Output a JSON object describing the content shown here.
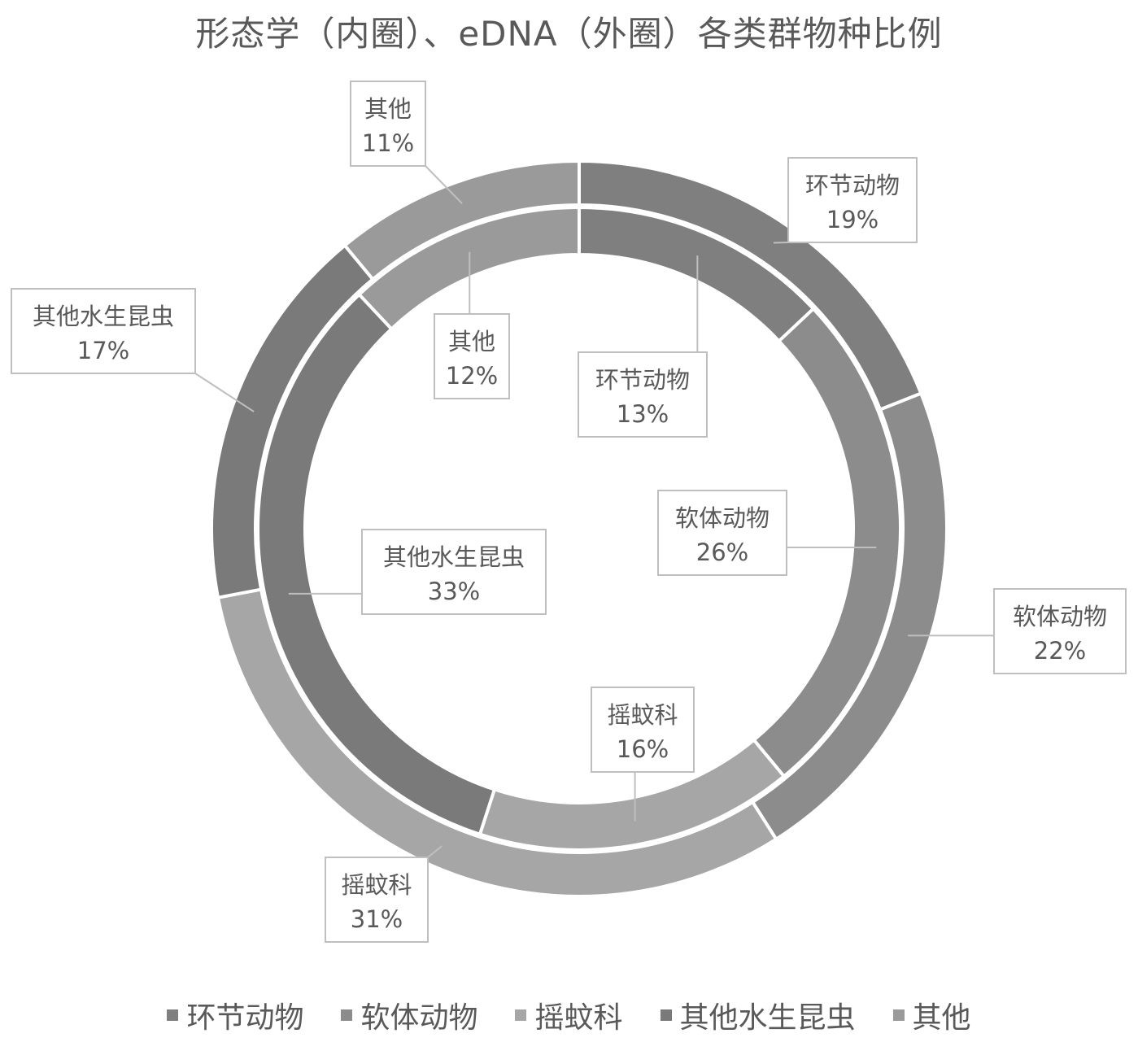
{
  "chart_data": {
    "type": "doughnut",
    "title": "形态学（内圈）、eDNA（外圈）各类群物种比例",
    "categories": [
      "环节动物",
      "软体动物",
      "摇蚊科",
      "其他水生昆虫",
      "其他"
    ],
    "colors": [
      "#7f7f7f",
      "#8c8c8c",
      "#a6a6a6",
      "#7a7a7a",
      "#9a9a9a"
    ],
    "series": [
      {
        "name": "形态学（内圈）",
        "values": [
          13,
          26,
          16,
          33,
          12
        ],
        "labels": [
          "13%",
          "26%",
          "16%",
          "33%",
          "12%"
        ]
      },
      {
        "name": "eDNA（外圈）",
        "values": [
          19,
          22,
          31,
          17,
          11
        ],
        "labels": [
          "19%",
          "22%",
          "31%",
          "17%",
          "11%"
        ]
      }
    ],
    "legend_position": "bottom"
  }
}
